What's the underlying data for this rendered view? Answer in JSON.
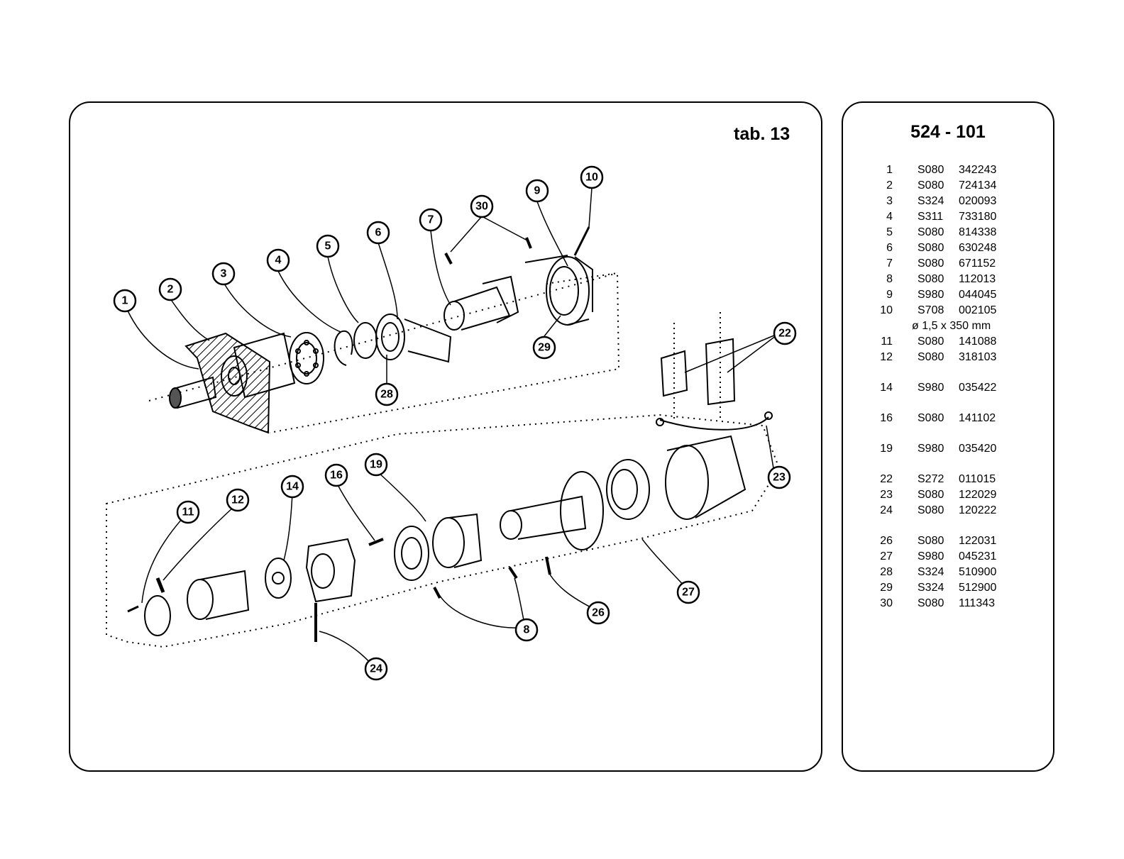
{
  "tab_label": "tab. 13",
  "model_code": "524 - 101",
  "parts": [
    {
      "pos": "1",
      "ref": "S080",
      "code": "342243"
    },
    {
      "pos": "2",
      "ref": "S080",
      "code": "724134"
    },
    {
      "pos": "3",
      "ref": "S324",
      "code": "020093"
    },
    {
      "pos": "4",
      "ref": "S311",
      "code": "733180"
    },
    {
      "pos": "5",
      "ref": "S080",
      "code": "814338"
    },
    {
      "pos": "6",
      "ref": "S080",
      "code": "630248"
    },
    {
      "pos": "7",
      "ref": "S080",
      "code": "671152"
    },
    {
      "pos": "8",
      "ref": "S080",
      "code": "112013"
    },
    {
      "pos": "9",
      "ref": "S980",
      "code": "044045"
    },
    {
      "pos": "10",
      "ref": "S708",
      "code": "002105"
    },
    {
      "pos": "",
      "note": "ø 1,5 x 350 mm"
    },
    {
      "pos": "11",
      "ref": "S080",
      "code": "141088"
    },
    {
      "pos": "12",
      "ref": "S080",
      "code": "318103"
    },
    {
      "pos": "14",
      "ref": "S980",
      "code": "035422"
    },
    {
      "pos": "16",
      "ref": "S080",
      "code": "141102"
    },
    {
      "pos": "19",
      "ref": "S980",
      "code": "035420"
    },
    {
      "pos": "22",
      "ref": "S272",
      "code": "011015"
    },
    {
      "pos": "23",
      "ref": "S080",
      "code": "122029"
    },
    {
      "pos": "24",
      "ref": "S080",
      "code": "120222"
    },
    {
      "pos": "26",
      "ref": "S080",
      "code": "122031"
    },
    {
      "pos": "27",
      "ref": "S980",
      "code": "045231"
    },
    {
      "pos": "28",
      "ref": "S324",
      "code": "510900"
    },
    {
      "pos": "29",
      "ref": "S324",
      "code": "512900"
    },
    {
      "pos": "30",
      "ref": "S080",
      "code": "111343"
    }
  ],
  "callouts": [
    "1",
    "2",
    "3",
    "4",
    "5",
    "6",
    "7",
    "8",
    "9",
    "10",
    "11",
    "12",
    "14",
    "16",
    "19",
    "22",
    "23",
    "24",
    "26",
    "27",
    "28",
    "29",
    "30"
  ]
}
